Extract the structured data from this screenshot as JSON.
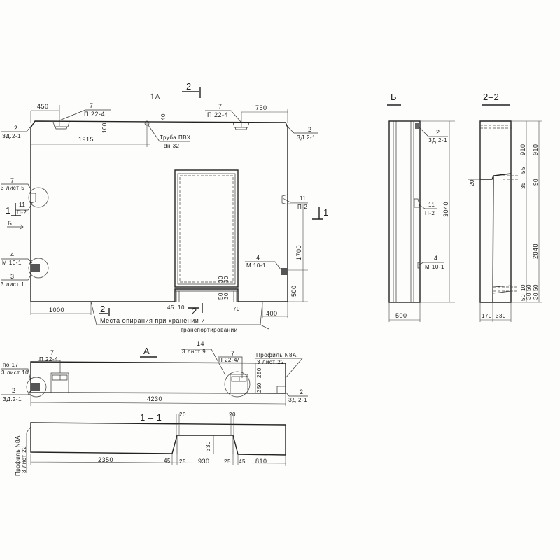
{
  "elevation": {
    "view_mark": "А",
    "section_mark_top": "2",
    "section_mark_bottom": "2",
    "section_mark_bottom2": "2",
    "section_left": "1",
    "section_left_view": "Б",
    "section_right": "1",
    "dims": {
      "d450": "450",
      "d750": "750",
      "d1915": "1915",
      "d40": "40",
      "d100": "100",
      "d1700": "1700",
      "d500": "500",
      "d1000": "1000",
      "d400": "400",
      "d45": "45",
      "d10": "10",
      "d70": "70",
      "d30a": "30",
      "d30b": "30",
      "d50": "50",
      "d30c": "30"
    },
    "callouts": {
      "loop_left": {
        "num": "7",
        "ref": "П 22-4"
      },
      "loop_right": {
        "num": "7",
        "ref": "П 22-4"
      },
      "embed_left": {
        "num": "2",
        "ref": "ЗД.2-1"
      },
      "embed_right": {
        "num": "2",
        "ref": "ЗД.2-1"
      },
      "pipe": {
        "num": "Труба ПВХ",
        "ref": "dн 32"
      },
      "node_top_left": {
        "num": "7",
        "ref": "3 лист 5"
      },
      "lug_left": {
        "num": "11",
        "ref": "П-2"
      },
      "lug_right": {
        "num": "11",
        "ref": "П-2"
      },
      "plate_left": {
        "num": "4",
        "ref": "М 10-1"
      },
      "plate_right": {
        "num": "4",
        "ref": "М 10-1"
      },
      "node_bottom_left": {
        "num": "3",
        "ref": "3 лист 1"
      },
      "support_note_1": "Места опирания при хранении и",
      "support_note_2": "транспортировании"
    }
  },
  "view_b": {
    "title": "Б",
    "dims": {
      "height": "3040",
      "width": "500"
    },
    "callouts": {
      "embed": {
        "num": "2",
        "ref": "ЗД.2-1"
      },
      "lug": {
        "num": "11",
        "ref": "П-2"
      },
      "plate": {
        "num": "4",
        "ref": "М 10-1"
      }
    }
  },
  "section_2_2": {
    "title": "2–2",
    "dims": {
      "d910a": "910",
      "d910b": "910",
      "d55": "55",
      "d35": "35",
      "d90": "90",
      "d20": "20",
      "d2040": "2040",
      "d50a": "50",
      "d10": "10",
      "d30a": "30",
      "d50b": "50",
      "d30b": "30",
      "d50c": "50",
      "d170": "170",
      "d330": "330"
    }
  },
  "plan_a": {
    "title": "А",
    "dims": {
      "length": "4230",
      "d250a": "250",
      "d250b": "250"
    },
    "callouts": {
      "loop_left": {
        "num": "7",
        "ref": "П 22-4"
      },
      "node": {
        "num": "14",
        "ref": "3 лист 9"
      },
      "loop_right": {
        "num": "7",
        "ref": "П 22-4/"
      },
      "profile": {
        "num": "Профиль N8А",
        "ref": "3 лист 22"
      },
      "node_left": {
        "num": "по 17",
        "ref": "3 лист 10"
      },
      "embed_left": {
        "num": "2",
        "ref": "ЗД.2-1"
      },
      "embed_right": {
        "num": "2",
        "ref": "ЗД.2-1"
      }
    }
  },
  "section_1_1": {
    "title": "1 – 1",
    "dims": {
      "d20a": "20",
      "d20b": "20",
      "d330": "330",
      "d2350": "2350",
      "d45a": "45",
      "d25a": "25",
      "d930": "930",
      "d25b": "25",
      "d45b": "45",
      "d810": "810"
    },
    "profile": {
      "num": "Профиль N8А",
      "ref": "3 лист 22"
    }
  }
}
